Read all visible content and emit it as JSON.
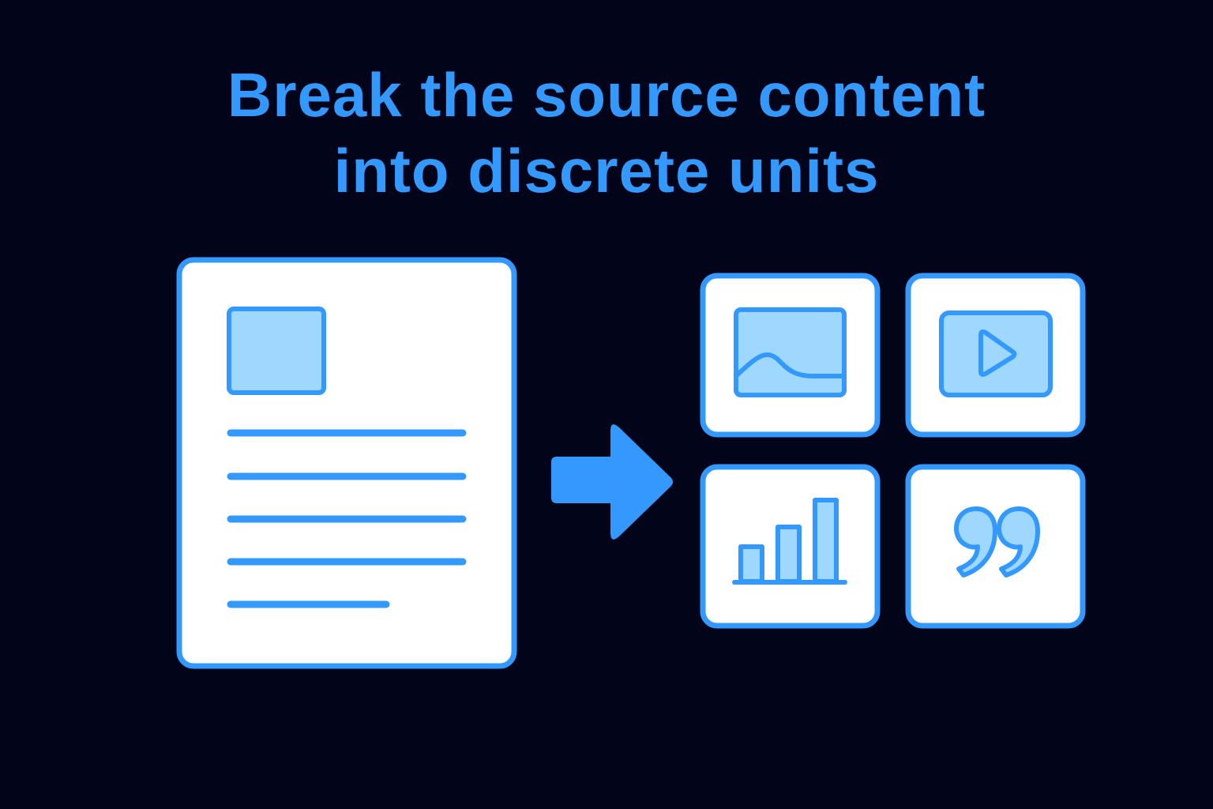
{
  "title": {
    "line1": "Break the source content",
    "line2": "into discrete units"
  },
  "colors": {
    "background": "#02051a",
    "accent": "#3399ff",
    "accent_light": "#9fd8ff",
    "card_fill": "#ffffff"
  },
  "source": {
    "icon": "document-icon",
    "text_lines": 5
  },
  "connector": {
    "icon": "arrow-right-icon"
  },
  "units": [
    {
      "name": "image-unit",
      "icon": "image-icon"
    },
    {
      "name": "video-unit",
      "icon": "play-video-icon"
    },
    {
      "name": "chart-unit",
      "icon": "bar-chart-icon"
    },
    {
      "name": "quote-unit",
      "icon": "quote-icon"
    }
  ]
}
